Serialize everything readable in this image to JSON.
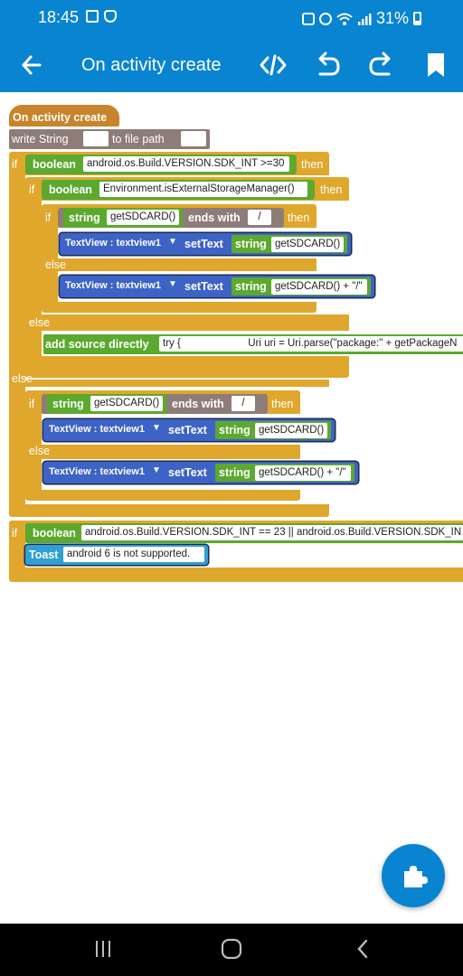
{
  "status_bar": {
    "time": "18:45",
    "battery": "31%",
    "battery_level": 0.31
  },
  "app_bar": {
    "title": "On activity create",
    "icons": [
      "back-arrow-icon",
      "code-icon",
      "undo-icon",
      "redo-icon",
      "bookmark-icon"
    ]
  },
  "blocks": {
    "event_label": "On activity create",
    "write_string_label": "write String",
    "to_file_path_label": "to file path",
    "if1": {
      "if_label": "if",
      "boolean_label": "boolean",
      "condition": "android.os.Build.VERSION.SDK_INT >=30",
      "then_label": "then",
      "if2": {
        "if_label": "if",
        "boolean_label": "boolean",
        "condition": "Environment.isExternalStorageManager()",
        "then_label": "then",
        "if3": {
          "if_label": "if",
          "string_label": "string",
          "string_value": "getSDCARD()",
          "ends_with_label": "ends with",
          "ends_with_value": "/",
          "then_label": "then",
          "set1": {
            "view_label": "TextView : textview1",
            "action": "setText",
            "string_label": "string",
            "value": "getSDCARD()"
          },
          "else_label": "else",
          "set2": {
            "view_label": "TextView : textview1",
            "action": "setText",
            "string_label": "string",
            "value": "getSDCARD() + \"/\""
          }
        },
        "else_label": "else",
        "add_source_label": "add source directly",
        "add_source_code_1": "try {",
        "add_source_code_2": "Uri uri = Uri.parse(\"package:\" + getPackageN"
      },
      "else_label": "else",
      "if4": {
        "if_label": "if",
        "string_label": "string",
        "string_value": "getSDCARD()",
        "ends_with_label": "ends with",
        "ends_with_value": "/",
        "then_label": "then",
        "set1": {
          "view_label": "TextView : textview1",
          "action": "setText",
          "string_label": "string",
          "value": "getSDCARD()"
        },
        "else_label": "else",
        "set2": {
          "view_label": "TextView : textview1",
          "action": "setText",
          "string_label": "string",
          "value": "getSDCARD() + \"/\""
        }
      }
    },
    "if5": {
      "if_label": "if",
      "boolean_label": "boolean",
      "condition": "android.os.Build.VERSION.SDK_INT == 23 || android.os.Build.VERSION.SDK_IN",
      "toast_label": "Toast",
      "toast_value": "android 6 is not supported."
    }
  },
  "fab": {
    "icon": "puzzle-piece-icon"
  },
  "nav_bar": {
    "icons": [
      "recents-icon",
      "home-icon",
      "back-icon"
    ]
  }
}
